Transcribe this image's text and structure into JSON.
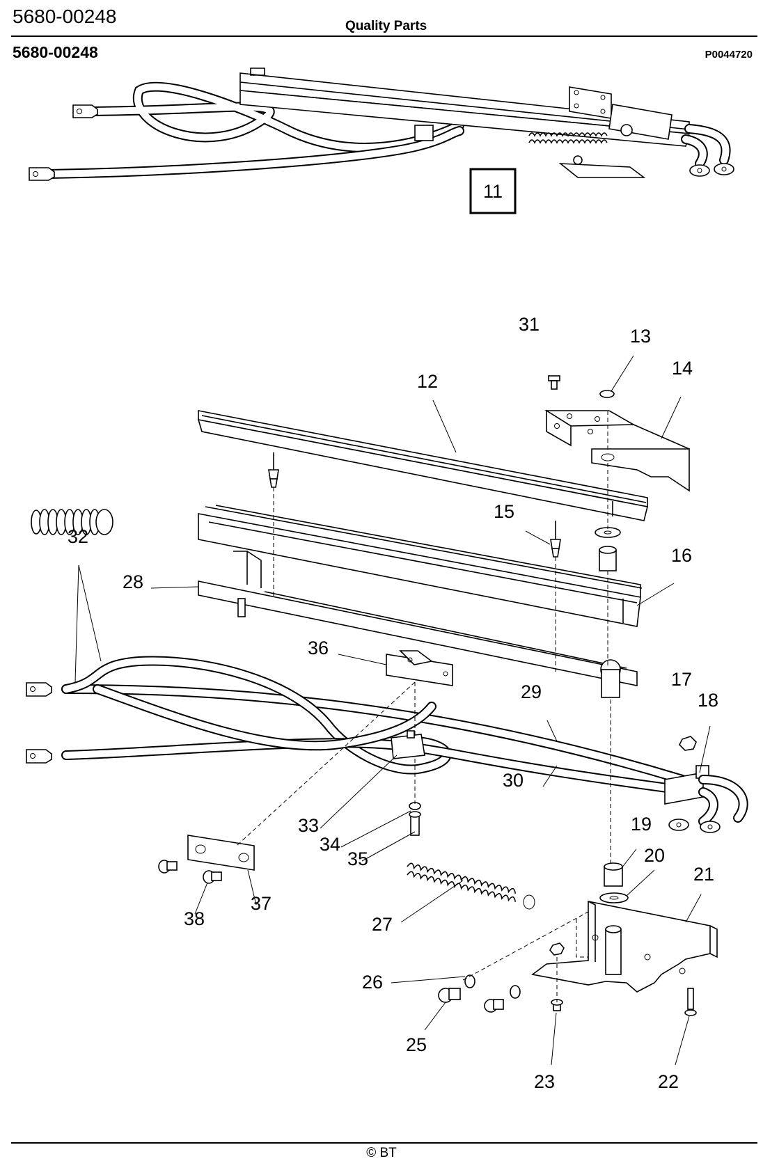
{
  "header": {
    "part_number": "5680-00248",
    "title": "Quality Parts"
  },
  "subheader": {
    "part_number": "5680-00248",
    "figure_ref": "P0044720"
  },
  "assembly_label": "11",
  "callouts": {
    "c12": "12",
    "c13": "13",
    "c14": "14",
    "c15": "15",
    "c16": "16",
    "c17": "17",
    "c18": "18",
    "c19": "19",
    "c20": "20",
    "c21": "21",
    "c22": "22",
    "c23": "23",
    "c25": "25",
    "c26": "26",
    "c27": "27",
    "c28": "28",
    "c29": "29",
    "c30": "30",
    "c31": "31",
    "c32": "32",
    "c33": "33",
    "c34": "34",
    "c35": "35",
    "c36": "36",
    "c37": "37",
    "c38": "38"
  },
  "footer": {
    "copyright": "© BT"
  }
}
